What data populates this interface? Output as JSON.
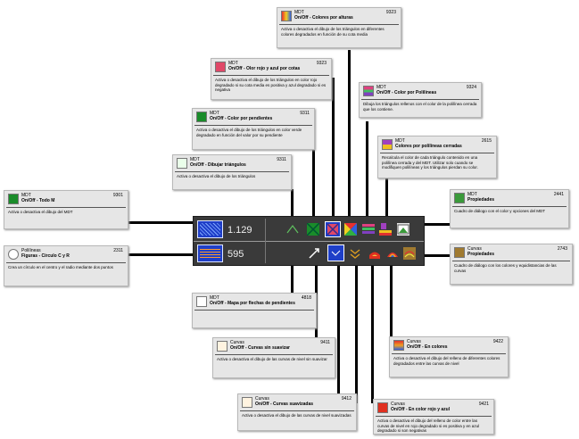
{
  "toolbar": {
    "row1": {
      "value": "1.129"
    },
    "row2": {
      "value": "595"
    }
  },
  "cards": {
    "alturas": {
      "category": "MDT",
      "title": "On/Off - Colores por alturas",
      "number": "9323",
      "description": "Activa o desactiva el dibujo de los triángulos en diferentes colores degradados en función de su cota media",
      "icon": "colors-by-height-icon"
    },
    "rojo_azul": {
      "category": "MDT",
      "title": "On/Off - Olor rojo y azul por cotas",
      "number": "9323",
      "description": "Activa o desactiva el dibujo de los triángulos en color rojo degradado si su cota media es positiva y azul degradado si es negativa",
      "icon": "red-blue-by-elevation-icon"
    },
    "polilineas": {
      "category": "MDT",
      "title": "On/Off - Color por Polilíneas",
      "number": "9324",
      "description": "Dibuja los triángulos rellenos con el color de la polilínea cerrada que los contiene.",
      "icon": "color-by-polylines-icon"
    },
    "pendientes": {
      "category": "MDT",
      "title": "On/Off - Color por pendientes",
      "number": "9311",
      "description": "Activa o desactiva el dibujo de los triángulos en color verde degradado en función del valor por su pendiente",
      "icon": "color-by-slope-icon"
    },
    "cerradas": {
      "category": "MDT",
      "title": "Colores por polilíneas cerradas",
      "number": "2615",
      "description": "Recalcula el color de cada triángulo contenido en una polilínea cerrada y del MDT. Utilizar solo cuando se modifiquen polilíneas y los triángulos pierdan su color.",
      "icon": "closed-polylines-colors-icon"
    },
    "triangulos": {
      "category": "MDT",
      "title": "On/Off - Dibujar triángulos",
      "number": "9311",
      "description": "Activa o desactiva el dibujo de los triángulos",
      "icon": "draw-triangles-icon"
    },
    "todo": {
      "category": "MDT",
      "title": "On/Off - Todo        M",
      "number": "9301",
      "description": "Activa o desactiva el dibujo del MDT",
      "icon": "mdt-all-icon"
    },
    "propiedades_mdt": {
      "category": "MDT",
      "title": "Propiedades",
      "number": "2441",
      "description": "Cuadro de diálogo con el color y opciones del MDT",
      "icon": "mdt-properties-icon"
    },
    "circulo": {
      "category": "Polilíneas",
      "title": "Figuras - Círculo C y R",
      "number": "2311",
      "description": "Crea un círculo en el centro y el radio mediante dos puntos",
      "icon": "circle-icon"
    },
    "propiedades_curvas": {
      "category": "Curvas",
      "title": "Propiedades",
      "number": "2743",
      "description": "Cuadro de diálogo con los colores y equidistancias de las curvas",
      "icon": "curves-properties-icon"
    },
    "flechas": {
      "category": "MDT",
      "title": "On/Off - Mapa por flechas de pendientes",
      "number": "4818",
      "description": "",
      "icon": "slope-arrows-icon"
    },
    "sin_suavizar": {
      "category": "Curvas",
      "title": "On/Off - Curvas sin suavizar",
      "number": "9411",
      "description": "Activa o desactiva el dibujo de las curvas de nivel sin suavizar",
      "icon": "unsmoothed-curves-icon"
    },
    "en_colores": {
      "category": "Curvas",
      "title": "On/Off - En colores",
      "number": "9422",
      "description": "Activa o desactiva el dibujo del relleno de diferentes colores degradados entre las curvas de nivel",
      "icon": "colored-curves-icon"
    },
    "suavizadas": {
      "category": "Curvas",
      "title": "On/Off - Curvas suavizadas",
      "number": "9412",
      "description": "Activa o desactiva el dibujo de las curvas de nivel suavizadas",
      "icon": "smoothed-curves-icon"
    },
    "rojo_azul_curvas": {
      "category": "Curvas",
      "title": "On/Off - En color rojo y azul",
      "number": "9421",
      "description": "Activa o desactiva el dibujo del relleno de color entre las curvas de nivel en rojo degradado si es positiva y en azul degradado si son negativas",
      "icon": "red-blue-curves-icon"
    }
  }
}
